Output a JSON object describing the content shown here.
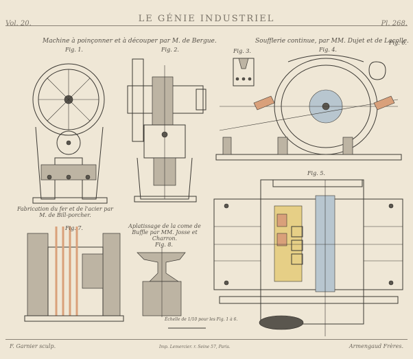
{
  "header": {
    "volume": "Vol. 20.",
    "title": "LE GÉNIE INDUSTRIEL",
    "plate": "Pl. 268."
  },
  "captions": {
    "machine_left": "Machine à poinçonner et à découper par M. de Bergue.",
    "machine_right": "Soufflerie continue, par MM. Dujet et de Lacolle.",
    "fabrication": "Fabrication du fer et de l'acier par M. de Bill-porcher.",
    "aplatissage": "Aplatissage de la come de Buffle par MM. Josse et Charron.",
    "scale": "Échelle de 1/10 pour les Fig. 1 à 6."
  },
  "figures": {
    "fig1": "Fig. 1.",
    "fig2": "Fig. 2.",
    "fig3": "Fig. 3.",
    "fig4": "Fig. 4.",
    "fig5": "Fig. 5.",
    "fig6": "Fig. 6.",
    "fig7": "Fig. 7.",
    "fig8": "Fig. 8."
  },
  "footer": {
    "engraver": "F. Garnier sculp.",
    "printer": "Imp. Lemercier. r. Seine 57, Paris.",
    "publisher": "Armengaud Frères."
  }
}
